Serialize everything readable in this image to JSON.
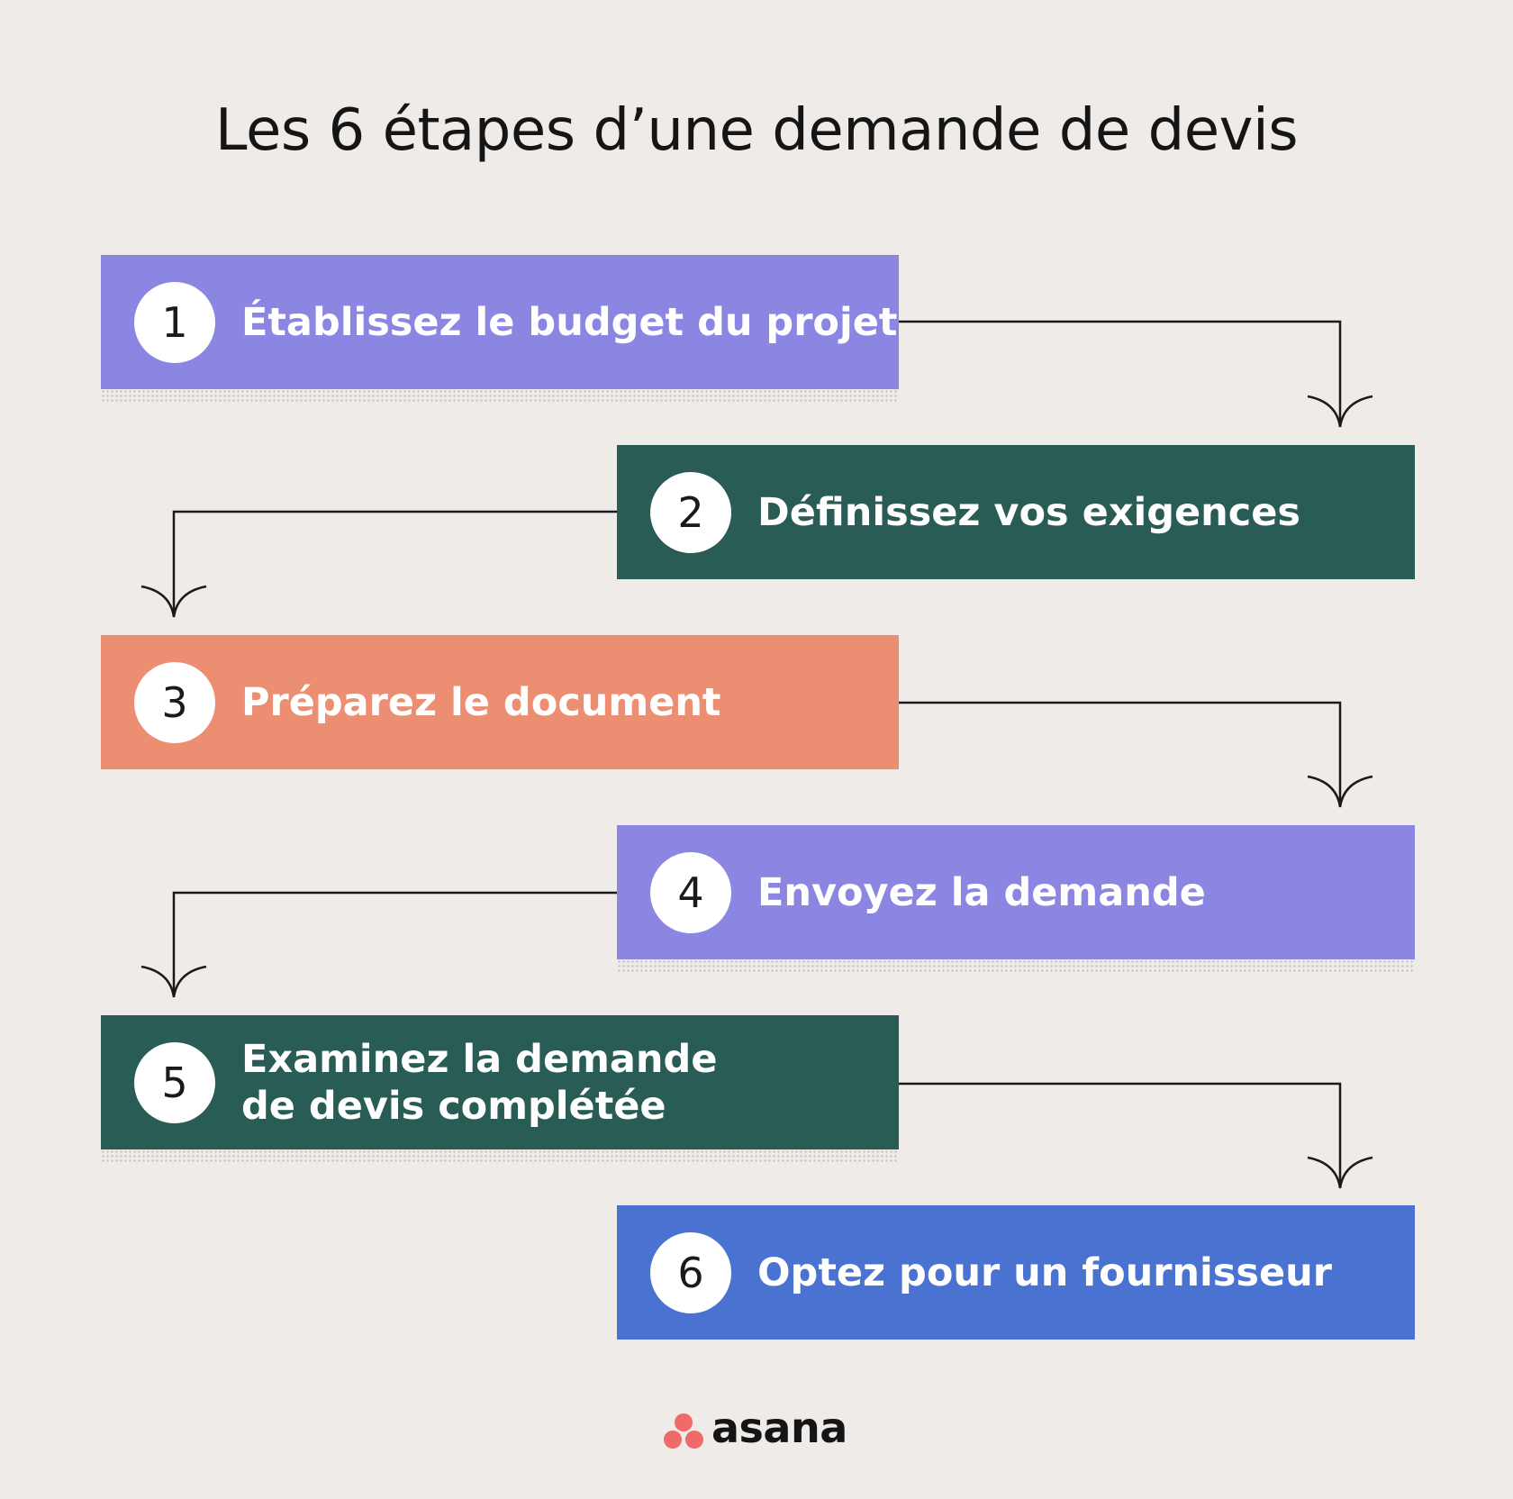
{
  "title": "Les 6 étapes d’une demande de devis",
  "steps": [
    {
      "number": "1",
      "label": "Établissez le budget du projet",
      "color": "#8b86e2"
    },
    {
      "number": "2",
      "label": "Définissez vos exigences",
      "color": "#285c55"
    },
    {
      "number": "3",
      "label": "Préparez le document",
      "color": "#ec8e72"
    },
    {
      "number": "4",
      "label": "Envoyez la demande",
      "color": "#8b86e2"
    },
    {
      "number": "5",
      "label": "Examinez la demande\nde devis complétée",
      "color": "#285c55"
    },
    {
      "number": "6",
      "label": "Optez pour un fournisseur",
      "color": "#4a73d1"
    }
  ],
  "logo": {
    "wordmark": "asana",
    "dot_color": "#f06a6a"
  },
  "colors": {
    "background": "#eeebe8",
    "connector": "#1a1a1a"
  }
}
